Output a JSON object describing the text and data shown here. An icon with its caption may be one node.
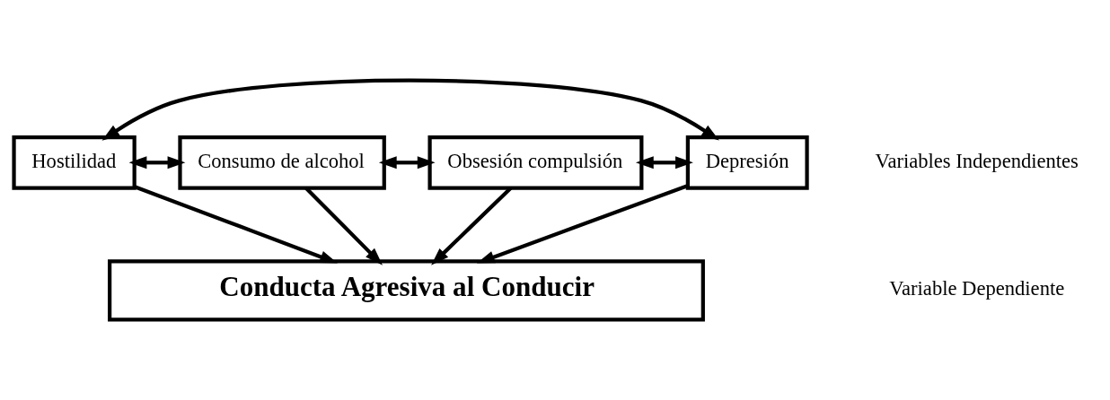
{
  "diagram": {
    "nodes": [
      {
        "text": [
          "Hostilidad"
        ]
      },
      {
        "text": [
          "Consumo de alcohol"
        ]
      },
      {
        "text": [
          "Obsesión compulsión"
        ]
      },
      {
        "text": [
          "Depresión"
        ]
      },
      {
        "text": [
          "Conducta Agresiva al Conducir"
        ]
      }
    ],
    "edges": [
      {
        "from": 0,
        "to": 3,
        "arrow": "both"
      },
      {
        "from": 0,
        "to": 1,
        "arrow": "both"
      },
      {
        "from": 1,
        "to": 2,
        "arrow": "both"
      },
      {
        "from": 2,
        "to": 3,
        "arrow": "both"
      },
      {
        "from": 0,
        "to": 4,
        "arrow": "to"
      },
      {
        "from": 1,
        "to": 4,
        "arrow": "to"
      },
      {
        "from": 2,
        "to": 4,
        "arrow": "to"
      },
      {
        "from": 3,
        "to": 4,
        "arrow": "to"
      }
    ],
    "labels": [
      "Variables Independientes",
      "Variable Dependiente"
    ]
  }
}
